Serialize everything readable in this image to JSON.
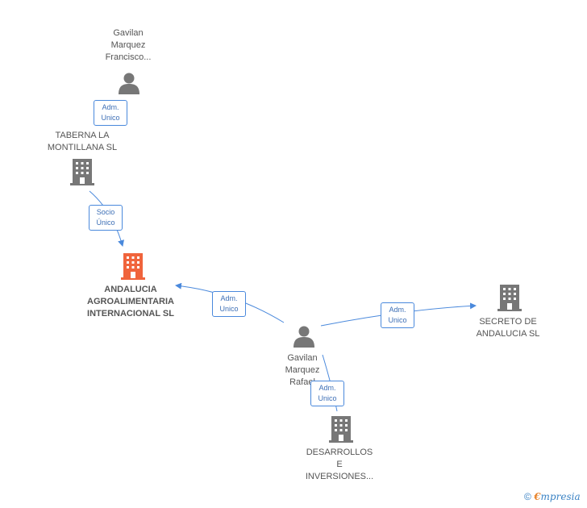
{
  "nodes": {
    "person_francisco": {
      "lines": [
        "Gavilan",
        "Marquez",
        "Francisco..."
      ]
    },
    "taberna": {
      "lines": [
        "TABERNA LA",
        "MONTILLANA SL"
      ]
    },
    "andalucia": {
      "lines": [
        "ANDALUCIA",
        "AGROALIMENTARIA",
        "INTERNACIONAL SL"
      ]
    },
    "person_rafael": {
      "lines": [
        "Gavilan",
        "Marquez",
        "Rafael"
      ]
    },
    "secreto": {
      "lines": [
        "SECRETO DE",
        "ANDALUCIA  SL"
      ]
    },
    "desarrollos": {
      "lines": [
        "DESARROLLOS",
        "E",
        "INVERSIONES..."
      ]
    }
  },
  "edges": {
    "francisco_taberna": {
      "lines": [
        "Adm.",
        "Unico"
      ]
    },
    "taberna_andalucia": {
      "lines": [
        "Socio",
        "Único"
      ]
    },
    "rafael_andalucia": {
      "lines": [
        "Adm.",
        "Unico"
      ]
    },
    "rafael_secreto": {
      "lines": [
        "Adm.",
        "Unico"
      ]
    },
    "rafael_desarrollos": {
      "lines": [
        "Adm.",
        "Unico"
      ]
    }
  },
  "footer": {
    "copyright": "©",
    "brand_first": "€",
    "brand_rest": "mpresia"
  },
  "colors": {
    "icon_gray": "#777777",
    "highlight": "#f0643c",
    "edge": "#4a89dc",
    "badge_text": "#3d6fb6"
  },
  "icons": {
    "person": "person-icon",
    "company": "building-icon"
  }
}
